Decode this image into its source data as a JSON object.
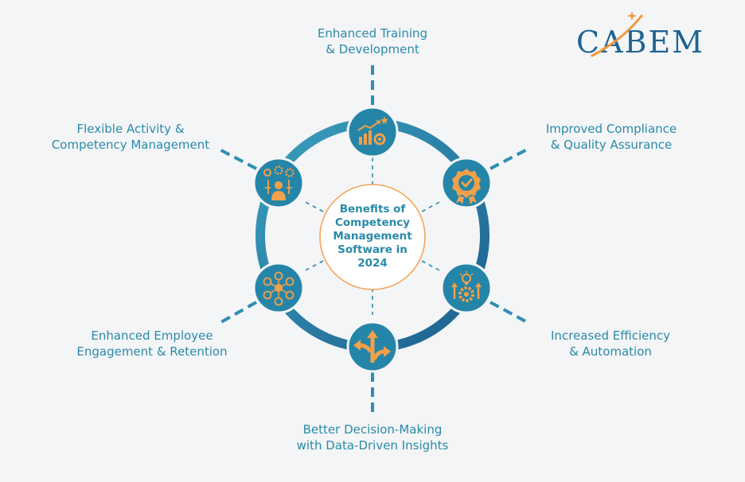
{
  "logo": {
    "text": "CABEM",
    "colors": {
      "letters": "#1f6494",
      "accent": "#f2993b"
    }
  },
  "center": {
    "lines": [
      "Benefits of",
      "Competency",
      "Management",
      "Software in",
      "2024"
    ]
  },
  "benefits": [
    {
      "id": "training",
      "icon": "growth-chart-gear-icon",
      "lines": [
        "Enhanced Training",
        "& Development"
      ]
    },
    {
      "id": "compliance",
      "icon": "quality-badge-check-icon",
      "lines": [
        "Improved Compliance",
        "& Quality Assurance"
      ]
    },
    {
      "id": "efficiency",
      "icon": "gear-lightbulb-arrows-icon",
      "lines": [
        "Increased Efficiency",
        "& Automation"
      ]
    },
    {
      "id": "decision",
      "icon": "split-arrows-icon",
      "lines": [
        "Better Decision-Making",
        "with Data-Driven Insights"
      ]
    },
    {
      "id": "engagement",
      "icon": "people-network-icon",
      "lines": [
        "Enhanced Employee",
        "Engagement & Retention"
      ]
    },
    {
      "id": "activity",
      "icon": "person-ideas-gears-icon",
      "lines": [
        "Flexible Activity &",
        "Competency Management"
      ]
    }
  ],
  "colors": {
    "background": "#f4f5f7",
    "ring_light": "#2f95b5",
    "ring_dark": "#1c5f8e",
    "node_fill": "#2585a8",
    "icon_orange": "#f2a04a",
    "connector": "#2e8fb0",
    "center_border": "#f2a75a",
    "text": "#2a8aa8"
  }
}
